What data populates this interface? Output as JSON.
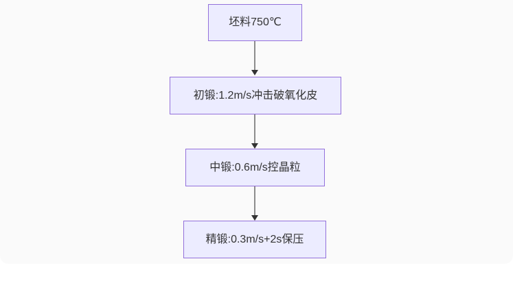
{
  "diagram": {
    "type": "flowchart",
    "direction": "top-down",
    "nodes": [
      {
        "id": "node-1",
        "label": "坯料750℃"
      },
      {
        "id": "node-2",
        "label": "初锻:1.2m/s冲击破氧化皮"
      },
      {
        "id": "node-3",
        "label": "中锻:0.6m/s控晶粒"
      },
      {
        "id": "node-4",
        "label": "精锻:0.3m/s+2s保压"
      }
    ],
    "edges": [
      {
        "from": "node-1",
        "to": "node-2"
      },
      {
        "from": "node-2",
        "to": "node-3"
      },
      {
        "from": "node-3",
        "to": "node-4"
      }
    ]
  },
  "theme": {
    "canvas_bg": "#fafafa",
    "page_bg": "#ffffff",
    "node_fill": "#ECECFF",
    "node_border": "#9370DB",
    "edge_color": "#8c8c8c",
    "arrowhead_color": "#333333",
    "text_color": "#333333"
  }
}
